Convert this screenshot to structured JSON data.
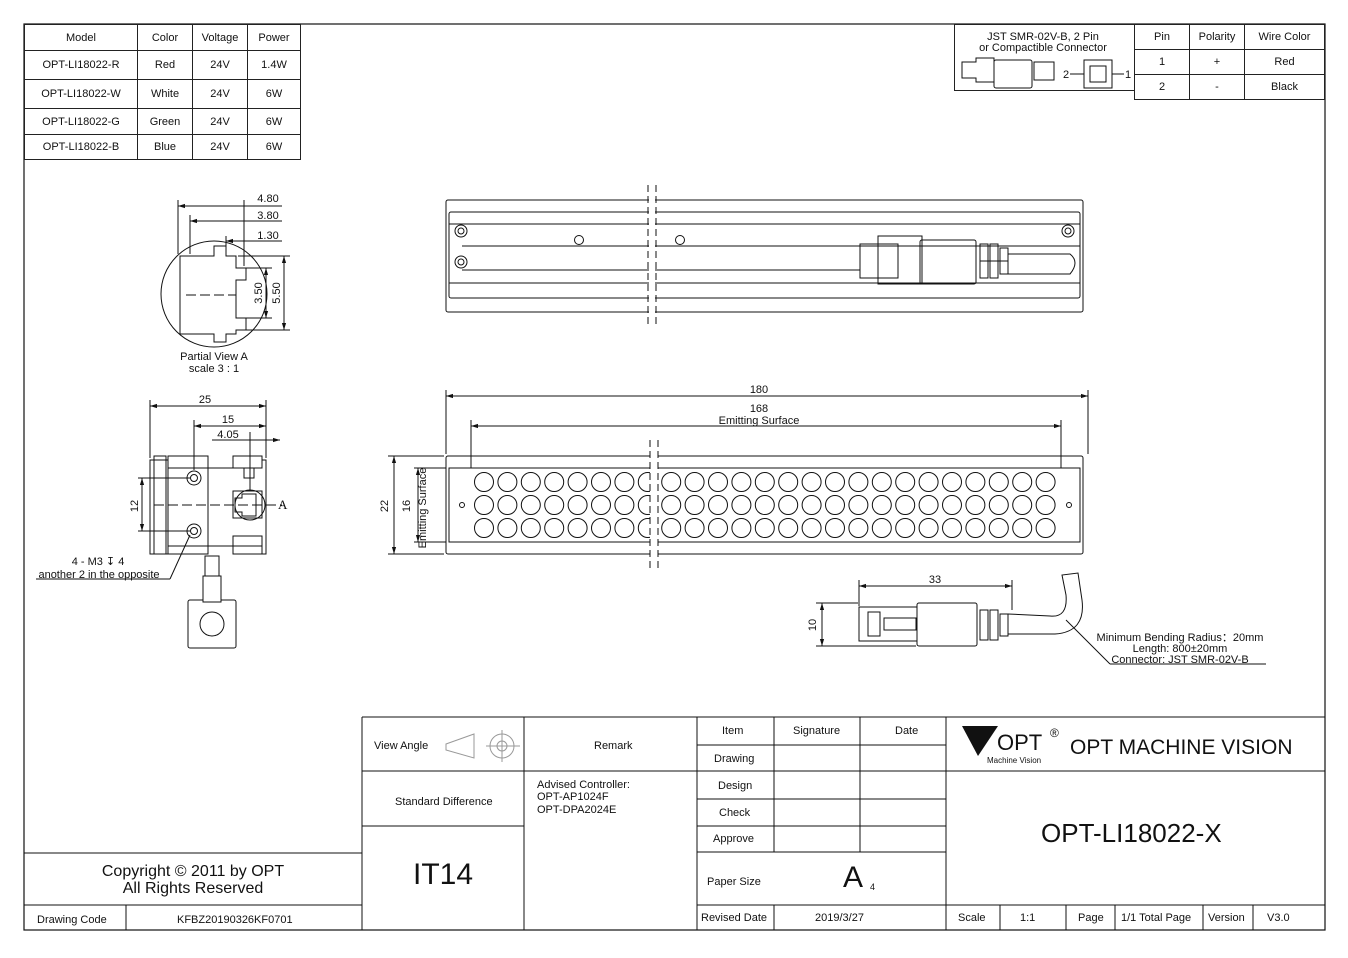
{
  "models_table": {
    "headers": [
      "Model",
      "Color",
      "Voltage",
      "Power"
    ],
    "rows": [
      [
        "OPT-LI18022-R",
        "Red",
        "24V",
        "1.4W"
      ],
      [
        "OPT-LI18022-W",
        "White",
        "24V",
        "6W"
      ],
      [
        "OPT-LI18022-G",
        "Green",
        "24V",
        "6W"
      ],
      [
        "OPT-LI18022-B",
        "Blue",
        "24V",
        "6W"
      ]
    ]
  },
  "connector_table": {
    "connector_name": "JST SMR-02V-B, 2 Pin",
    "connector_sub": "or Compactible Connector",
    "pin_label_2": "2",
    "pin_label_1": "1",
    "headers": [
      "Pin",
      "Polarity",
      "Wire Color"
    ],
    "rows": [
      [
        "1",
        "+",
        "Red"
      ],
      [
        "2",
        "-",
        "Black"
      ]
    ]
  },
  "partial_view": {
    "dims": [
      "4.80",
      "3.80",
      "1.30",
      "3.50",
      "5.50"
    ],
    "caption": "Partial View A",
    "scale": "scale 3 : 1"
  },
  "side_view": {
    "dims": [
      "25",
      "15",
      "4.05",
      "12"
    ],
    "marker": "A",
    "note_line1": "4 - M3 ↧ 4",
    "note_line2": "another 2 in the opposite"
  },
  "front_view": {
    "dim_total": "180",
    "dim_emit": "168",
    "emit_label": "Emitting Surface",
    "dim_height": "22",
    "dim_emit_h": "16",
    "emit_label_v": "Emitting Surface"
  },
  "cable_view": {
    "dim_len": "33",
    "dim_h": "10",
    "note1": "Minimum Bending Radius：20mm",
    "note2": "Length: 800±20mm",
    "note3": "Connector: JST SMR-02V-B"
  },
  "title_block": {
    "view_angle": "View Angle",
    "remark": "Remark",
    "standard_difference": "Standard Difference",
    "tolerance": "IT14",
    "remark_title": "Advised Controller:",
    "remark_l1": "OPT-AP1024F",
    "remark_l2": "OPT-DPA2024E",
    "item": "Item",
    "signature": "Signature",
    "date": "Date",
    "drawing": "Drawing",
    "design": "Design",
    "check": "Check",
    "approve": "Approve",
    "paper_size": "Paper Size",
    "paper_value": "A",
    "paper_sub": "4",
    "revised_date": "Revised Date",
    "revised_value": "2019/3/27",
    "logo_text": "OPT",
    "logo_reg": "®",
    "logo_sub": "Machine Vision",
    "company": "OPT MACHINE VISION",
    "part_no": "OPT-LI18022-X",
    "scale_label": "Scale",
    "scale_value": "1:1",
    "page_label": "Page",
    "page_value": "1/1 Total Page",
    "version_label": "Version",
    "version_value": "V3.0",
    "copyright_l1": "Copyright © 2011 by OPT",
    "copyright_l2": "All Rights Reserved",
    "drawing_code_label": "Drawing Code",
    "drawing_code": "KFBZ20190326KF0701"
  }
}
